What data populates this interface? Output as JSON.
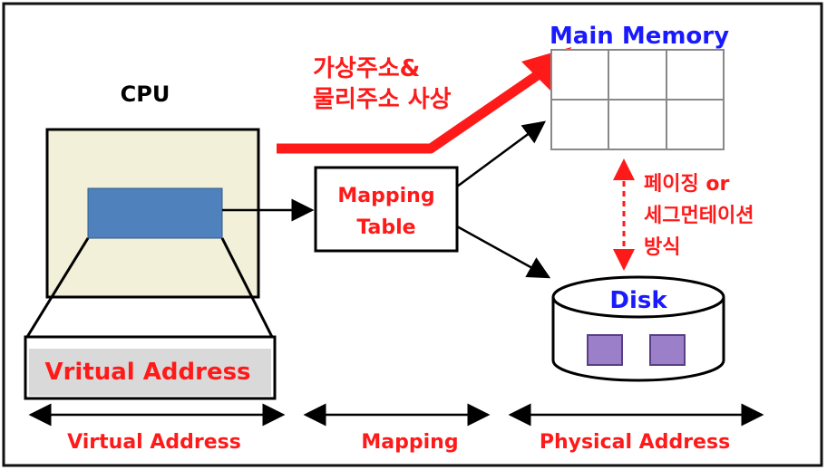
{
  "labels": {
    "cpu": "CPU",
    "main_memory": "Main Memory",
    "virtual_address_box": "Vritual Address",
    "mapping_table_line1": "Mapping",
    "mapping_table_line2": "Table",
    "disk": "Disk",
    "korean_mapping_line1": "가상주소&",
    "korean_mapping_line2": "물리주소 사상",
    "paging_line1": "페이징 or",
    "paging_line2": "세그먼테이션",
    "paging_line3": "방식",
    "bottom_virtual": "Virtual Address",
    "bottom_mapping": "Mapping",
    "bottom_physical": "Physical Address"
  },
  "colors": {
    "accent_red": "#ff1a1a",
    "memory_blue": "#1a1aff",
    "cpu_fill": "#f2f0d8",
    "register_blue": "#4f81bd",
    "page_purple": "#9b7fc8",
    "gray_box": "#d9d9d9"
  }
}
